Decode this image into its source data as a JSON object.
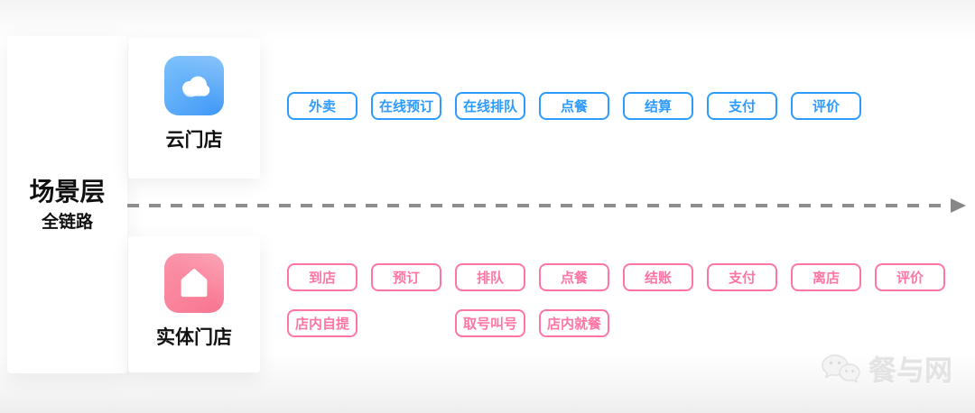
{
  "left_panel": {
    "title": "场景层",
    "subtitle": "全链路"
  },
  "flow_arrow": {
    "style": "dashed",
    "color": "#8E8E8E",
    "direction": "right"
  },
  "cloud_store": {
    "label": "云门店",
    "icon": "cloud-icon",
    "color": "#2E9BFF",
    "buttons": [
      "外卖",
      "在线预订",
      "在线排队",
      "点餐",
      "结算",
      "支付",
      "评价"
    ]
  },
  "physical_store": {
    "label": "实体门店",
    "icon": "home-icon",
    "color": "#FF76A3",
    "row1": [
      "到店",
      "预订",
      "排队",
      "点餐",
      "结账",
      "支付",
      "离店",
      "评价"
    ],
    "row2": [
      "店内自提",
      "取号叫号",
      "店内就餐"
    ]
  },
  "watermark": {
    "text": "餐与网",
    "icon": "wechat-chat-bubbles-icon"
  }
}
